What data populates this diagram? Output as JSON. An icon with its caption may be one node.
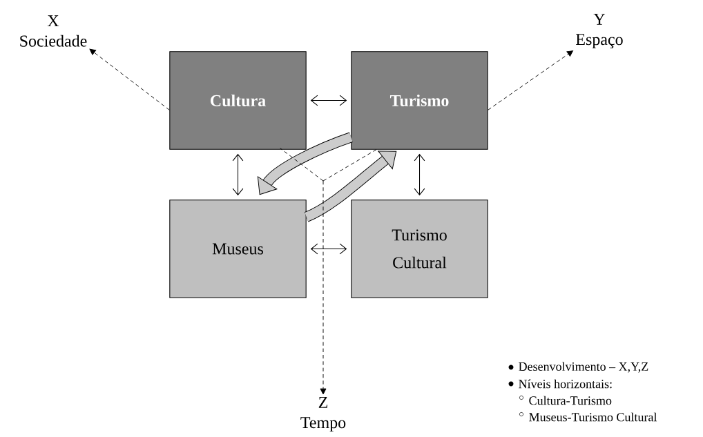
{
  "diagram": {
    "nodes": [
      {
        "text": [
          "Cultura"
        ]
      },
      {
        "text": [
          "Turismo"
        ]
      },
      {
        "text": [
          "Museus"
        ]
      },
      {
        "text": [
          "Turismo Cultural"
        ]
      },
      {
        "text": [
          "X",
          "Sociedade"
        ]
      },
      {
        "text": [
          "Y",
          "Espaço"
        ]
      },
      {
        "text": [
          "Z",
          "Tempo"
        ]
      }
    ],
    "edges": [
      {
        "from": 0,
        "to": 1,
        "arrow": "both"
      },
      {
        "from": 0,
        "to": 2,
        "arrow": "both"
      },
      {
        "from": 1,
        "to": 3,
        "arrow": "both"
      },
      {
        "from": 2,
        "to": 3,
        "arrow": "both"
      },
      {
        "from": 1,
        "to": 2,
        "arrow": "to",
        "style": "thick"
      },
      {
        "from": 2,
        "to": 1,
        "arrow": "to",
        "style": "thick"
      },
      {
        "from": null,
        "to": 4,
        "arrow": "to",
        "style": "dashed"
      },
      {
        "from": null,
        "to": 5,
        "arrow": "to",
        "style": "dashed"
      },
      {
        "from": null,
        "to": 6,
        "arrow": "to",
        "style": "dashed"
      }
    ],
    "labels": [
      "Desenvolvimento – X,Y,Z",
      "Níveis horizontais:",
      "Cultura-Turismo",
      "Museus-Turismo Cultural"
    ]
  }
}
